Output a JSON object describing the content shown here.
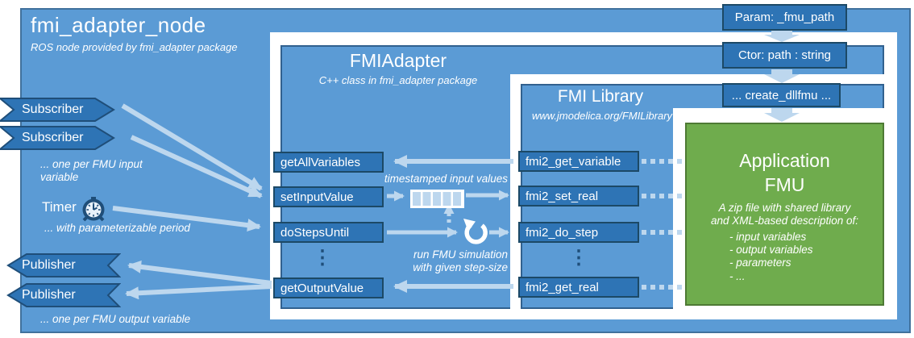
{
  "colors": {
    "main_blue": "#5B9BD5",
    "dark_blue_box": "#2E74B5",
    "dark_border": "#1F4E79",
    "arrow_light": "#BDD7EE",
    "green_fill": "#6FAC4D",
    "green_border": "#4E7A34"
  },
  "node": {
    "title": "fmi_adapter_node",
    "subtitle": "ROS node provided by fmi_adapter package"
  },
  "adapter": {
    "title": "FMIAdapter",
    "subtitle": "C++ class in fmi_adapter package",
    "methods": [
      "getAllVariables",
      "setInputValue",
      "doStepsUntil",
      "getOutputValue"
    ],
    "ellipsis": "⋮"
  },
  "library": {
    "title": "FMI Library",
    "subtitle": "www.jmodelica.org/FMILibrary",
    "functions": [
      "fmi2_get_variable",
      "fmi2_set_real",
      "fmi2_do_step",
      "fmi2_get_real"
    ],
    "ellipsis": "⋮"
  },
  "fmu": {
    "title_line1": "Application",
    "title_line2": "FMU",
    "desc_line1": "A zip file with shared library",
    "desc_line2": "and XML-based description of:",
    "items": [
      "- input variables",
      "- output variables",
      "- parameters",
      "- ..."
    ]
  },
  "top_boxes": {
    "param": "Param: _fmu_path",
    "ctor": "Ctor: path : string",
    "create": "... create_dllfmu ..."
  },
  "left": {
    "subscriber1": "Subscriber",
    "subscriber2": "Subscriber",
    "input_note": "... one per FMU input variable",
    "timer_label": "Timer",
    "timer_note": "... with parameterizable period",
    "publisher1": "Publisher",
    "publisher2": "Publisher",
    "output_note": "... one per FMU output variable"
  },
  "annotations": {
    "queue_label": "timestamped input values",
    "sim_note_line1": "run FMU simulation",
    "sim_note_line2": "with given step-size"
  }
}
